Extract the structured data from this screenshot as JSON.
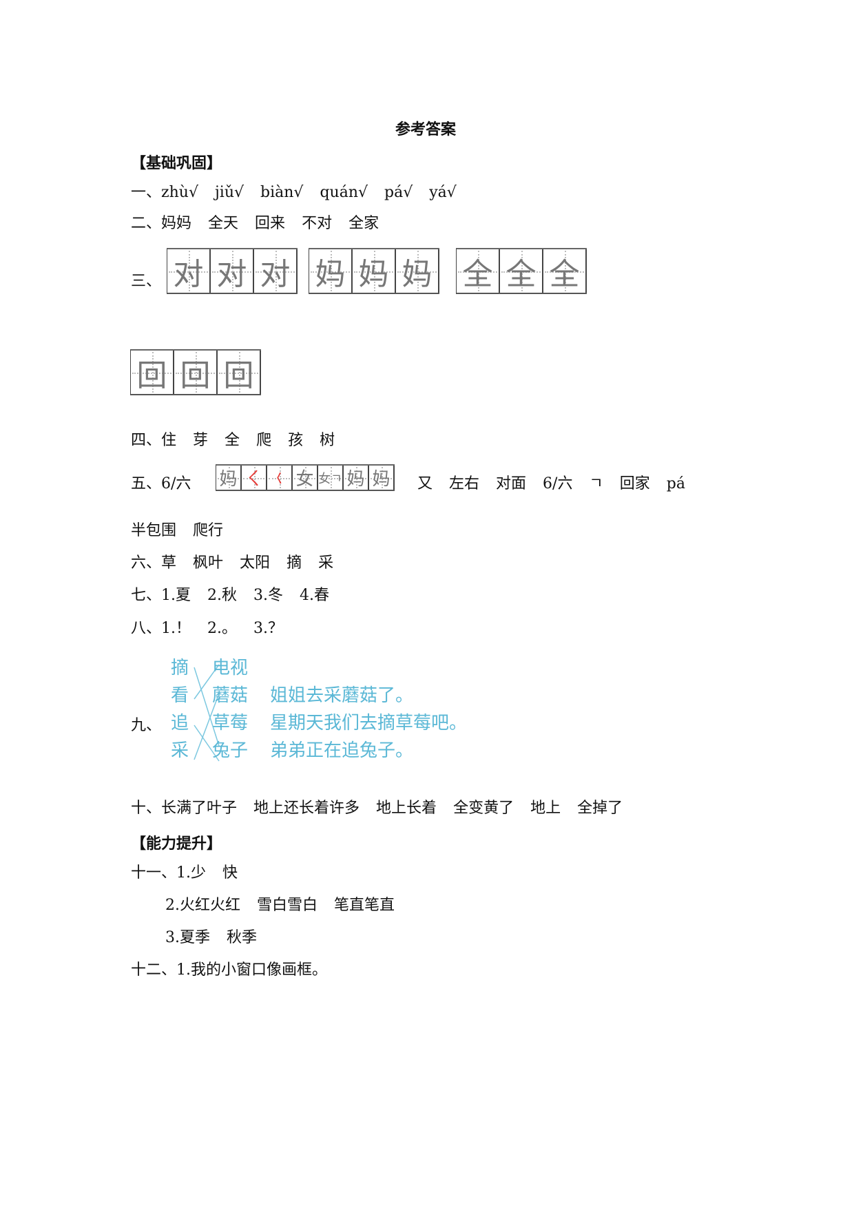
{
  "title": "参考答案",
  "sections": {
    "basic": "【基础巩固】",
    "advanced": "【能力提升】"
  },
  "q1": {
    "label": "一、",
    "items": [
      "zhù√",
      "jiǔ√",
      "biàn√",
      "quán√",
      "pá√",
      "yá√"
    ]
  },
  "q2": {
    "label": "二、",
    "items": [
      "妈妈",
      "全天",
      "回来",
      "不对",
      "全家"
    ]
  },
  "q3": {
    "label": "三、",
    "grids": [
      {
        "chars": [
          "对",
          "对",
          "对"
        ]
      },
      {
        "chars": [
          "妈",
          "妈",
          "妈"
        ]
      },
      {
        "chars": [
          "全",
          "全",
          "全"
        ]
      },
      {
        "chars": [
          "回",
          "回",
          "回"
        ]
      }
    ]
  },
  "q4": {
    "label": "四、",
    "items": [
      "住",
      "芽",
      "全",
      "爬",
      "孩",
      "树"
    ]
  },
  "q5": {
    "label": "五、",
    "first": "6/六",
    "stroke_order": [
      "妈",
      "ㄑ",
      "𡿨",
      "女",
      "女ㄱ",
      "妈",
      "妈"
    ],
    "items": [
      "又",
      "左右",
      "对面",
      "6/六",
      "ㄱ",
      "回家",
      "pá"
    ],
    "line2": [
      "半包围",
      "爬行"
    ]
  },
  "q6": {
    "label": "六、",
    "items": [
      "草",
      "枫叶",
      "太阳",
      "摘",
      "采"
    ]
  },
  "q7": {
    "label": "七、",
    "items": [
      "1.夏",
      "2.秋",
      "3.冬",
      "4.春"
    ]
  },
  "q8": {
    "label": "八、",
    "items": [
      "1.！",
      "2.。",
      "3.？"
    ]
  },
  "q9": {
    "label": "九、",
    "verbs": [
      "摘",
      "看",
      "追",
      "采"
    ],
    "nouns": [
      "电视",
      "蘑菇",
      "草莓",
      "兔子"
    ],
    "sentences": [
      "姐姐去采蘑菇了。",
      "星期天我们去摘草莓吧。",
      "弟弟正在追兔子。"
    ],
    "matches": [
      {
        "verb": "摘",
        "noun": "草莓"
      },
      {
        "verb": "看",
        "noun": "电视"
      },
      {
        "verb": "追",
        "noun": "兔子"
      },
      {
        "verb": "采",
        "noun": "蘑菇"
      }
    ],
    "color": "#5bb8d6"
  },
  "q10": {
    "label": "十、",
    "items": [
      "长满了叶子",
      "地上还长着许多",
      "地上长着",
      "全变黄了",
      "地上",
      "全掉了"
    ]
  },
  "q11": {
    "label": "十一、",
    "line1": [
      "1.少",
      "快"
    ],
    "line2": [
      "2.火红火红",
      "雪白雪白",
      "笔直笔直"
    ],
    "line3": [
      "3.夏季",
      "秋季"
    ]
  },
  "q12": {
    "label": "十二、",
    "text": "1.我的小窗口像画框。"
  }
}
